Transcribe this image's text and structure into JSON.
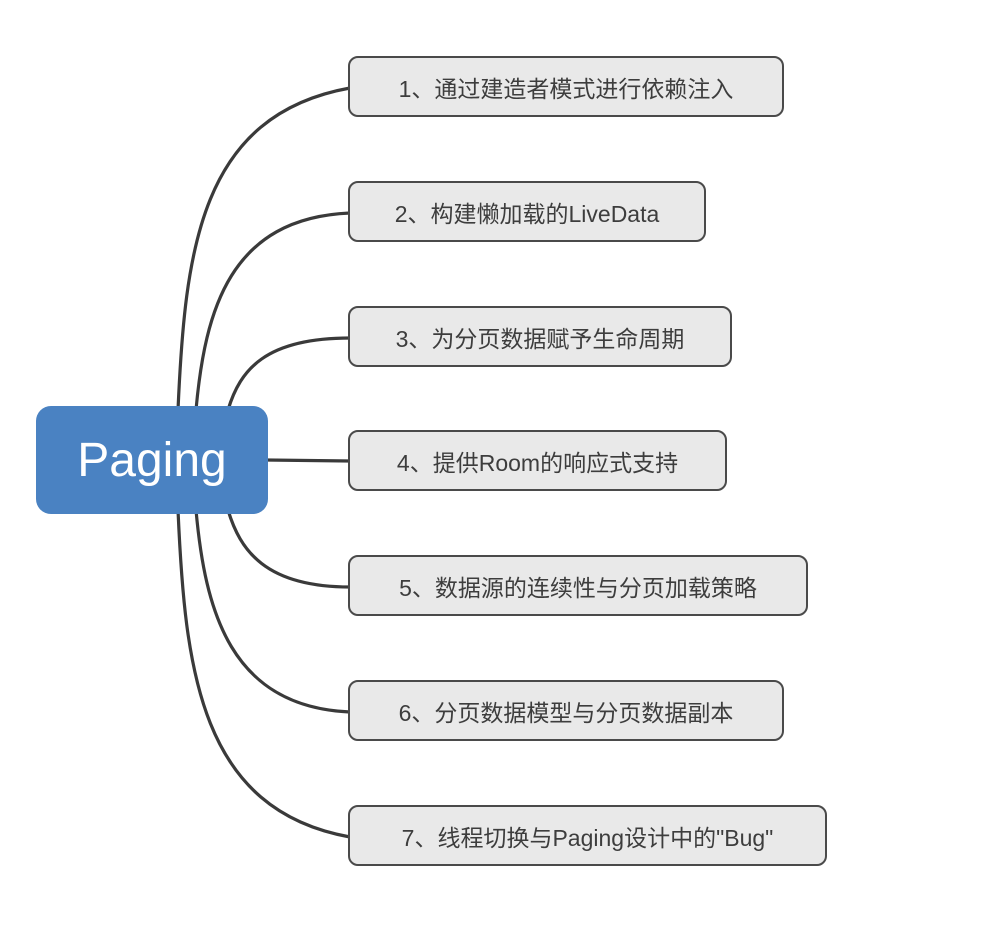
{
  "diagram": {
    "type": "mindmap",
    "root": {
      "label": "Paging"
    },
    "children": [
      {
        "label": "1、通过建造者模式进行依赖注入"
      },
      {
        "label": "2、构建懒加载的LiveData"
      },
      {
        "label": "3、为分页数据赋予生命周期"
      },
      {
        "label": "4、提供Room的响应式支持"
      },
      {
        "label": "5、数据源的连续性与分页加载策略"
      },
      {
        "label": "6、分页数据模型与分页数据副本"
      },
      {
        "label": "7、线程切换与Paging设计中的\"Bug\""
      }
    ],
    "colors": {
      "background": "#ffffff",
      "root_bg": "#4a82c2",
      "root_text": "#ffffff",
      "child_bg": "#e9e9e9",
      "child_border": "#4a4a4a",
      "child_text": "#3d3d3d",
      "connector": "#3a3a3a"
    }
  }
}
